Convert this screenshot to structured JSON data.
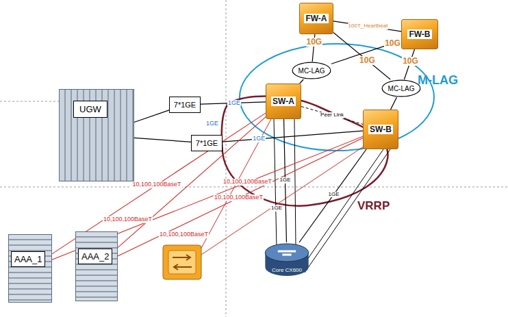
{
  "diagram": {
    "nodes": [
      {
        "text": [
          "FW-A"
        ]
      },
      {
        "text": [
          "FW-B"
        ]
      },
      {
        "text": [
          "MC-LAG"
        ]
      },
      {
        "text": [
          "SW-A"
        ]
      },
      {
        "text": [
          "MC-LAG"
        ]
      },
      {
        "text": [
          "SW-B"
        ]
      },
      {
        "text": [
          "UGW"
        ]
      },
      {
        "text": [
          "7*1GE"
        ]
      },
      {
        "text": [
          "7*1GE"
        ]
      },
      {
        "text": [
          "AAA_1"
        ]
      },
      {
        "text": [
          "AAA_2"
        ]
      },
      {
        "text": [
          "Core CX600"
        ]
      }
    ],
    "edges": [
      {
        "from": 0,
        "to": 1,
        "arrow": "none",
        "label": "100T_Heartbeat"
      },
      {
        "from": 0,
        "to": 2,
        "arrow": "none",
        "label": "10G"
      },
      {
        "from": 1,
        "to": 2,
        "arrow": "none",
        "label": "10G"
      },
      {
        "from": 2,
        "to": 3,
        "arrow": "none"
      },
      {
        "from": 0,
        "to": 4,
        "arrow": "none",
        "label": "10G"
      },
      {
        "from": 1,
        "to": 4,
        "arrow": "none",
        "label": "10G"
      },
      {
        "from": 4,
        "to": 5,
        "arrow": "none"
      },
      {
        "from": 3,
        "to": 5,
        "arrow": "none",
        "label": "Peer Link"
      },
      {
        "from": 6,
        "to": 7,
        "arrow": "none"
      },
      {
        "from": 7,
        "to": 3,
        "arrow": "none",
        "label": "1GE"
      },
      {
        "from": 6,
        "to": 8,
        "arrow": "none"
      },
      {
        "from": 8,
        "to": 5,
        "arrow": "none",
        "label": "1GE"
      },
      {
        "from": 9,
        "to": 3,
        "arrow": "none",
        "label": "10,100,100BaseT"
      },
      {
        "from": 9,
        "to": 5,
        "arrow": "none",
        "label": "10,100,100BaseT"
      },
      {
        "from": 10,
        "to": 3,
        "arrow": "none"
      },
      {
        "from": 10,
        "to": 5,
        "arrow": "none",
        "label": "10,100,100BaseT"
      },
      {
        "from": 3,
        "to": 11,
        "arrow": "none",
        "label": "1GE"
      },
      {
        "from": 5,
        "to": 11,
        "arrow": "none",
        "label": "1GE"
      }
    ],
    "labels": [
      "M-LAG",
      "VRRP",
      "1GE",
      "1GE",
      "10,100,100BaseT",
      "10,100,100BaseT"
    ]
  }
}
